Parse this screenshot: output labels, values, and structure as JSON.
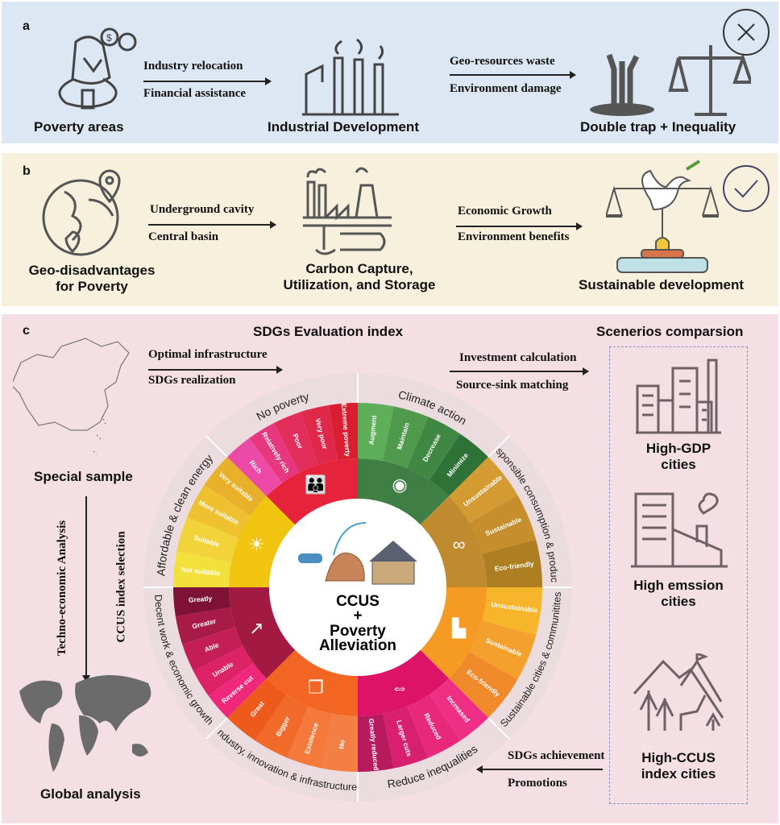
{
  "panel_a": {
    "letter": "a",
    "items": [
      "Poverty areas",
      "Industrial Development",
      "Double trap + Inequality"
    ],
    "arrow1": [
      "Industry relocation",
      "Financial assistance"
    ],
    "arrow2": [
      "Geo-resources waste",
      "Environment damage"
    ],
    "status_icon": "x-circle-icon"
  },
  "panel_b": {
    "letter": "b",
    "items": [
      "Geo-disadvantages",
      "for Poverty",
      "Carbon Capture,",
      "Utilization, and Storage",
      "Sustainable development"
    ],
    "arrow1": [
      "Underground cavity",
      "Central basin"
    ],
    "arrow2": [
      "Economic Growth",
      "Environment benefits"
    ],
    "status_icon": "check-circle-icon"
  },
  "panel_c": {
    "letter": "c",
    "title": "SDGs Evaluation index",
    "left_top_label": "Special sample",
    "left_bottom_label": "Global analysis",
    "vertical_labels": [
      "Techno-economic Analysis",
      "CCUS index selection"
    ],
    "arrow_top_left": [
      "Optimal infrastructure",
      "SDGs realization"
    ],
    "arrow_top_right": [
      "Investment calculation",
      "Source-sink matching"
    ],
    "arrow_bottom": [
      "SDGs achievement",
      "Promotions"
    ],
    "scenarios_title": "Scenerios comparsion",
    "scenarios": [
      {
        "line1": "High-GDP",
        "line2": "cities"
      },
      {
        "line1": "High emssion",
        "line2": "cities"
      },
      {
        "line1": "High-CCUS",
        "line2": "index cities"
      }
    ],
    "center": [
      "CCUS",
      "+",
      "Poverty",
      "Alleviation"
    ]
  },
  "wheel": {
    "sectors": [
      {
        "title": "Climate action",
        "color": "#3f7e44",
        "shades": [
          "#5fae5a",
          "#4f9a4c",
          "#3f8743",
          "#2f7238"
        ],
        "icon": "eye-globe-icon",
        "glyph": "◉",
        "subs": [
          "Augment",
          "Maintain",
          "Decrease",
          "Minimize"
        ]
      },
      {
        "title": "Responsible consumption & production",
        "color": "#bf8b2e",
        "shades": [
          "#d49b33",
          "#c68e2c",
          "#ad7f22"
        ],
        "icon": "infinity-icon",
        "glyph": "∞",
        "subs": [
          "Unsustainable",
          "Sustainable",
          "Eco-friendly"
        ]
      },
      {
        "title": "Sustainable cities & communitites",
        "color": "#f59a22",
        "shades": [
          "#f6b52a",
          "#f4a02c",
          "#f18a2a"
        ],
        "icon": "city-icon",
        "glyph": "▙",
        "subs": [
          "Unsustainable",
          "Sustainable",
          "Eco-friendly"
        ]
      },
      {
        "title": "Reduce inequalities",
        "color": "#dd1367",
        "shades": [
          "#ef2f86",
          "#e8287a",
          "#d91f6f",
          "#b81a5e"
        ],
        "icon": "arrows-icon",
        "glyph": "⇔",
        "subs": [
          "Increased",
          "Reduced",
          "Larger cuts",
          "Greatly reduced"
        ]
      },
      {
        "title": "Industry, innovation & infrastructure",
        "color": "#f26522",
        "shades": [
          "#f47f45",
          "#f5793a",
          "#f26a2a",
          "#ee5a1b"
        ],
        "icon": "cubes-icon",
        "glyph": "❒",
        "subs": [
          "No",
          "Existence",
          "Bigger",
          "Great"
        ]
      },
      {
        "title": "Decent work & economic growth",
        "color": "#a21942",
        "shades": [
          "#f0287a",
          "#de2266",
          "#c31f56",
          "#a81a48",
          "#7e1236"
        ],
        "icon": "growth-chart-icon",
        "glyph": "↗",
        "subs": [
          "Reverse cut",
          "Unable",
          "Able",
          "Greater",
          "Greatly"
        ]
      },
      {
        "title": "Affordable & clean energy",
        "color": "#f1c40f",
        "shades": [
          "#f3e03a",
          "#f2d33a",
          "#efc130",
          "#e9b02a"
        ],
        "icon": "sun-power-icon",
        "glyph": "☀",
        "subs": [
          "Not suitable",
          "Suitable",
          "More suitable",
          "Very suitable"
        ]
      },
      {
        "title": "No poverty",
        "color": "#e5243b",
        "shades": [
          "#ec4aa6",
          "#e6377f",
          "#e32d5a",
          "#e0284a",
          "#d81e30"
        ],
        "icon": "family-icon",
        "glyph": "👪",
        "subs": [
          "Rich",
          "Relatively rich",
          "Poor",
          "Very poor",
          "Extreme poverty"
        ]
      }
    ]
  }
}
